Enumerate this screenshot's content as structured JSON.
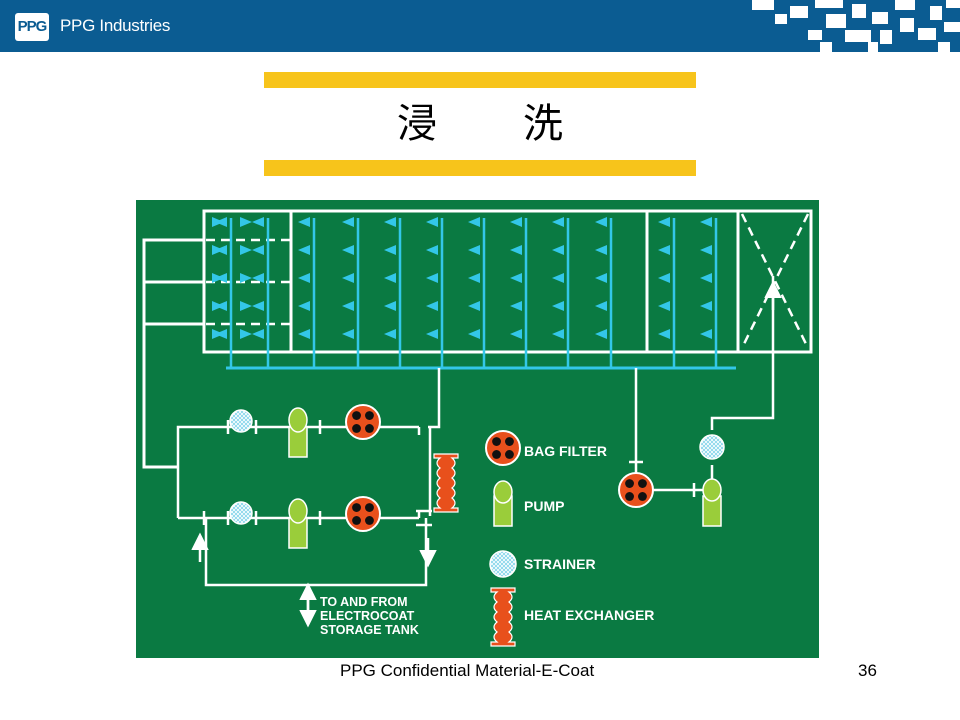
{
  "header": {
    "logo_text": "PPG",
    "company": "PPG Industries"
  },
  "title": "浸洗",
  "diagram": {
    "legend": {
      "bag_filter": "BAG FILTER",
      "pump": "PUMP",
      "strainer": "STRAINER",
      "heat_exchanger": "HEAT EXCHANGER"
    },
    "storage_label": [
      "TO AND FROM",
      "ELECTROCOAT",
      "STORAGE TANK"
    ]
  },
  "footer": {
    "text": "PPG Confidential Material-E-Coat",
    "page": "36"
  },
  "colors": {
    "header_blue": "#0b5c92",
    "title_bar_yellow": "#f7c41b",
    "diagram_green": "#0a7a42",
    "spray_cyan": "#33c7e8",
    "filter_orange": "#e8501c",
    "pump_green": "#9acd3a"
  }
}
